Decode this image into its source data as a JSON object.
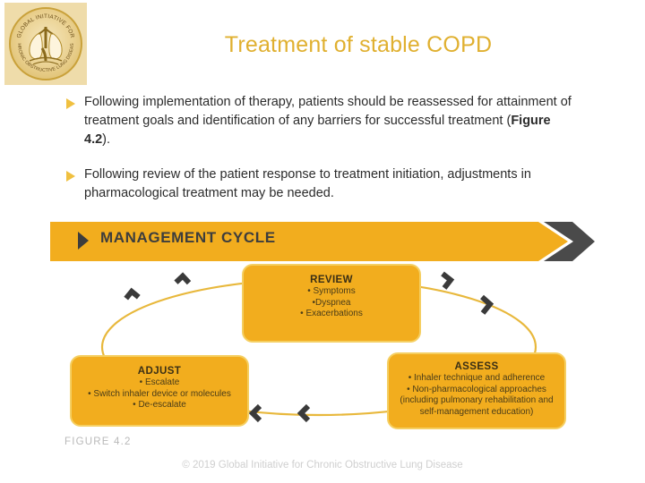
{
  "logo": {
    "name": "gold-logo",
    "ring_text_top": "GLOBAL INITIATIVE FOR",
    "ring_text_bottom": "CHRONIC OBSTRUCTIVE LUNG DISEASE",
    "background_color": "#efdcaa",
    "accent_color": "#c9a13a"
  },
  "slide": {
    "title": "Treatment of stable COPD",
    "title_color": "#e0b030",
    "background_color": "#ffffff"
  },
  "bullets": [
    {
      "marker": "triangle-bullet",
      "text_parts": [
        {
          "text": "Following implementation of therapy, patients should be reassessed for attainment of treatment goals and identification of any barriers for successful treatment (",
          "bold": false
        },
        {
          "text": "Figure 4.2",
          "bold": true
        },
        {
          "text": ").",
          "bold": false
        }
      ]
    },
    {
      "marker": "triangle-bullet",
      "text_parts": [
        {
          "text": "Following review of the patient response to treatment initiation, adjustments in pharmacological treatment may be needed.",
          "bold": false
        }
      ]
    }
  ],
  "figure": {
    "banner": {
      "label": "MANAGEMENT CYCLE",
      "arrow_color": "#f2ad1e",
      "chevron_color": "#4a4a4a",
      "text_color": "#3d3d3d"
    },
    "caption": "FIGURE 4.2",
    "node_fill": "#f2ad1e",
    "node_border": "#f5cf62",
    "arrow_curve_color": "#e8b83c",
    "arrow_marker_color": "#3a3a3a",
    "nodes": [
      {
        "id": "review",
        "title": "REVIEW",
        "lines": [
          "• Symptoms",
          "•Dyspnea",
          "• Exacerbations"
        ]
      },
      {
        "id": "assess",
        "title": "ASSESS",
        "lines": [
          "• Inhaler technique and adherence",
          "• Non-pharmacological approaches",
          "(including pulmonary rehabilitation and",
          "self-management education)"
        ]
      },
      {
        "id": "adjust",
        "title": "ADJUST",
        "lines": [
          "• Escalate",
          "• Switch inhaler device or molecules",
          "• De-escalate"
        ]
      }
    ]
  },
  "footer": {
    "copyright": "© 2019 Global Initiative for Chronic Obstructive Lung Disease"
  }
}
